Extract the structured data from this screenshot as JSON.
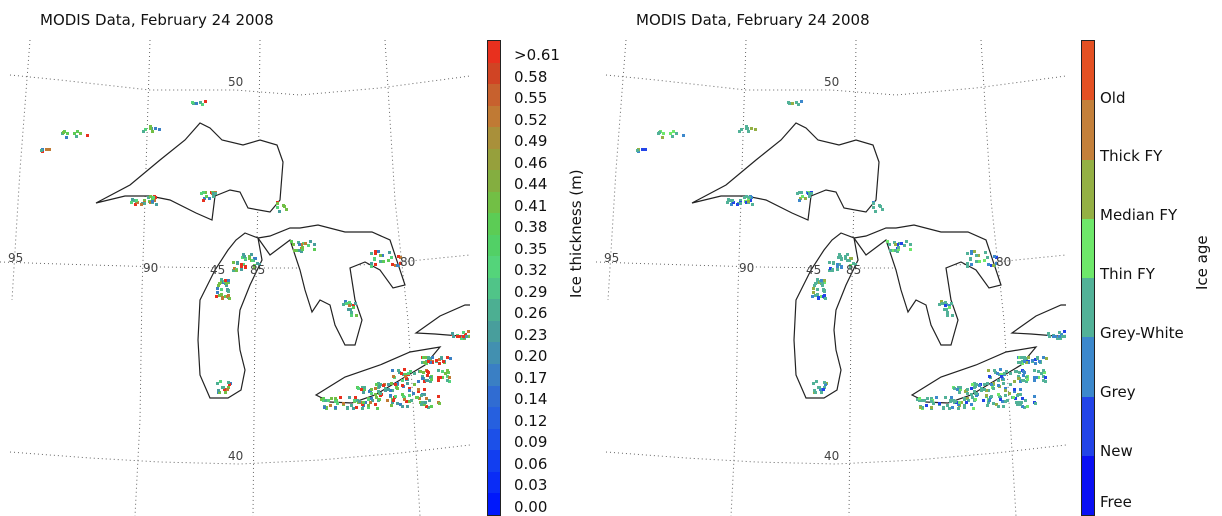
{
  "left_panel": {
    "title": "MODIS Data, February 24 2008",
    "colorbar_title": "Ice thickness (m)",
    "ticks": [
      ">0.61",
      "0.58",
      "0.55",
      "0.52",
      "0.49",
      "0.46",
      "0.44",
      "0.41",
      "0.38",
      "0.35",
      "0.32",
      "0.29",
      "0.26",
      "0.23",
      "0.20",
      "0.17",
      "0.14",
      "0.12",
      "0.09",
      "0.06",
      "0.03",
      "0.00"
    ],
    "colors": [
      "#e8301e",
      "#d04424",
      "#c7612e",
      "#c07a34",
      "#a9903a",
      "#96a03c",
      "#84ae40",
      "#72bf45",
      "#5ccc55",
      "#52d066",
      "#54d47a",
      "#50c488",
      "#4caf92",
      "#489e9c",
      "#4290b0",
      "#3a7fc4",
      "#306cd2",
      "#2660df",
      "#1c50e8",
      "#123ef0",
      "#0a2cf6",
      "#0018fb"
    ],
    "map_labels": [
      "50",
      "95",
      "90",
      "45",
      "85",
      "80",
      "40"
    ]
  },
  "right_panel": {
    "title": "MODIS Data, February 24 2008",
    "colorbar_title": "Ice age",
    "categories": [
      "Old",
      "Thick FY",
      "Median FY",
      "Thin FY",
      "Grey-White",
      "Grey",
      "New",
      "Free"
    ],
    "colors": [
      "#e45022",
      "#c4803a",
      "#94b044",
      "#6ee86a",
      "#52b298",
      "#3c88cc",
      "#2244e8",
      "#0a10f4"
    ],
    "map_labels": [
      "50",
      "95",
      "90",
      "45",
      "85",
      "80",
      "40"
    ]
  }
}
